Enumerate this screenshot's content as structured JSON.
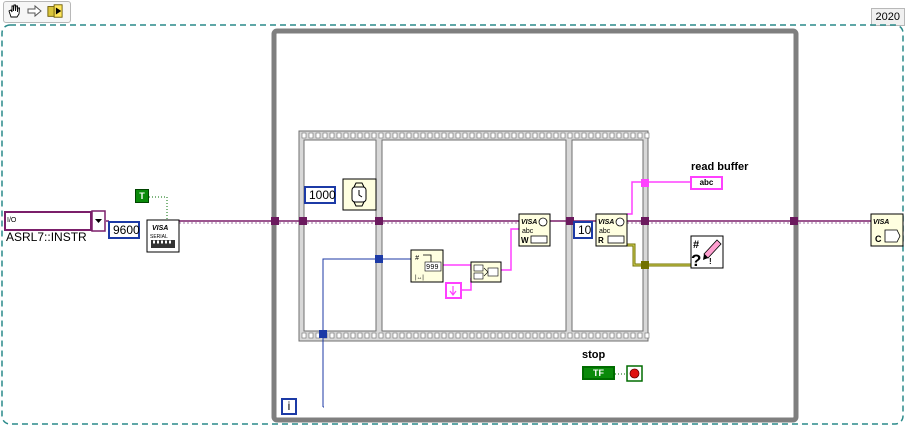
{
  "toolbar": {
    "icons": [
      "highlight-execution-icon",
      "retain-wire-values-icon",
      "step-into-icon"
    ],
    "version": "2020"
  },
  "diagram": {
    "resource_name": "ASRL7::INSTR",
    "resource_prefix": "I/O",
    "baud_rate": "9600",
    "true_constant": "T",
    "wait_ms": "1000",
    "bytes_to_read": "10",
    "iteration_terminal": "i",
    "read_buffer_label": "read buffer",
    "indicator_text": "abc",
    "stop_label": "stop",
    "stop_terminal": "TF",
    "string_format": "999",
    "visa_serial": {
      "line1": "VISA",
      "line2": "SERIAL"
    },
    "visa_write": {
      "line1": "VISA",
      "line2": "abc",
      "letter": "W"
    },
    "visa_read": {
      "line1": "VISA",
      "line2": "abc",
      "letter": "R"
    },
    "visa_close": {
      "line1": "VISA",
      "letter": "C"
    },
    "colors": {
      "wire_visa": "#7b1f6a",
      "wire_string": "#ff40ff",
      "wire_numeric": "#1c3aa6",
      "wire_boolean": "#006c00",
      "wire_error": "#707000",
      "loop_border": "#7f7f7f",
      "subvi_fill": "#ffffe0"
    }
  }
}
